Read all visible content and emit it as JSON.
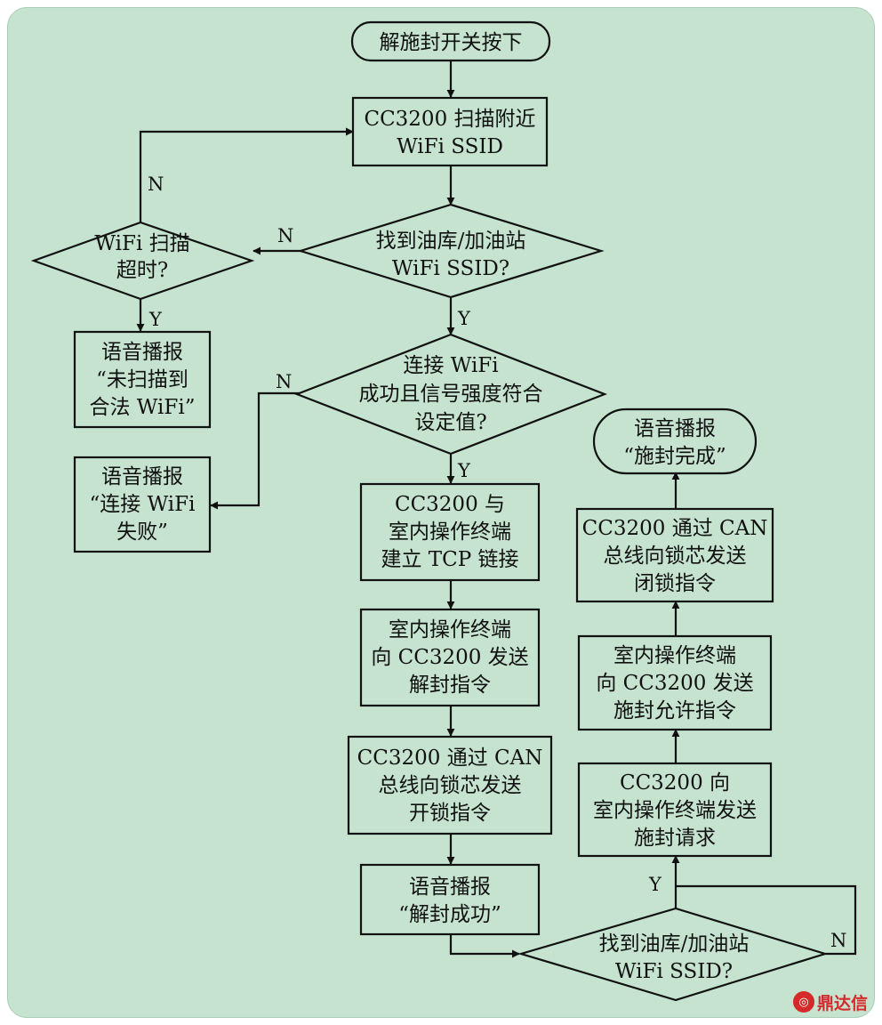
{
  "nodes": {
    "start": [
      "解施封开关按下"
    ],
    "scan": [
      "CC3200 扫描附近",
      "WiFi SSID"
    ],
    "find1": [
      "找到油库/加油站",
      "WiFi SSID?"
    ],
    "timeout": [
      "WiFi 扫描",
      "超时?"
    ],
    "voice_not_found": [
      "语音播报",
      "“未扫描到",
      "合法 WiFi”"
    ],
    "connect": [
      "连接 WiFi",
      "成功且信号强度符合",
      "设定值?"
    ],
    "voice_connect_fail": [
      "语音播报",
      "“连接 WiFi",
      "失败”"
    ],
    "tcp": [
      "CC3200 与",
      "室内操作终端",
      "建立 TCP 链接"
    ],
    "send_unseal": [
      "室内操作终端",
      "向 CC3200 发送",
      "解封指令"
    ],
    "unlock": [
      "CC3200 通过 CAN",
      "总线向锁芯发送",
      "开锁指令"
    ],
    "voice_unseal_ok": [
      "语音播报",
      "“解封成功”"
    ],
    "find2": [
      "找到油库/加油站",
      "WiFi SSID?"
    ],
    "seal_request": [
      "CC3200 向",
      "室内操作终端发送",
      "施封请求"
    ],
    "seal_permit": [
      "室内操作终端",
      "向 CC3200 发送",
      "施封允许指令"
    ],
    "lock": [
      "CC3200 通过 CAN",
      "总线向锁芯发送",
      "闭锁指令"
    ],
    "end": [
      "语音播报",
      "“施封完成”"
    ]
  },
  "labels": {
    "yes": "Y",
    "no": "N"
  },
  "watermark": {
    "icon": "dingdaxin-logo-icon",
    "text": "鼎达信",
    "color": "#d42a2a"
  }
}
